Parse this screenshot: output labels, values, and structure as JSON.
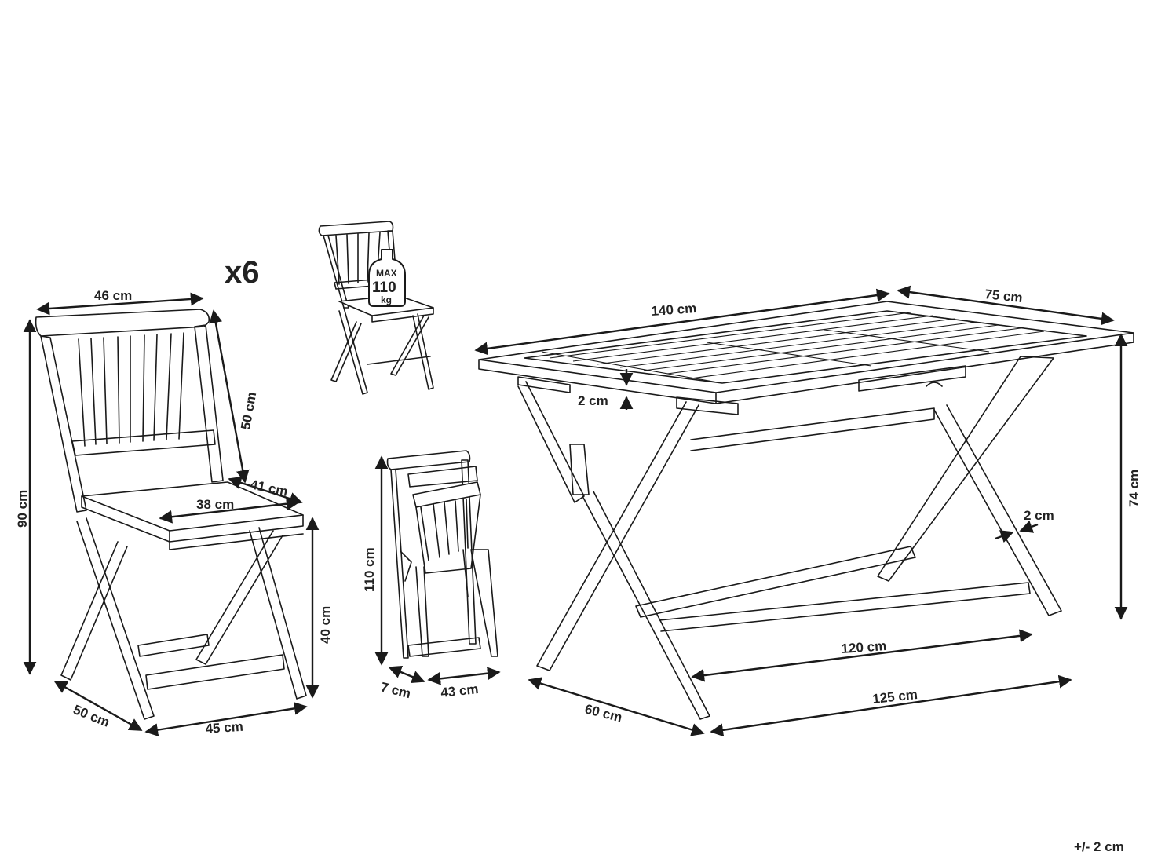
{
  "quantity": "x6",
  "max_load": {
    "label": "MAX",
    "value": "110",
    "unit": "kg"
  },
  "chair": {
    "width_top": "46 cm",
    "height_total": "90 cm",
    "backrest_height": "50 cm",
    "seat_depth": "41 cm",
    "seat_width": "38 cm",
    "seat_height": "40 cm",
    "depth_base": "50 cm",
    "width_base": "45 cm"
  },
  "folded_chair": {
    "height": "110 cm",
    "depth": "7 cm",
    "width": "43 cm"
  },
  "table": {
    "length": "140 cm",
    "width": "75 cm",
    "top_thickness": "2 cm",
    "height": "74 cm",
    "leg_thickness": "2 cm",
    "stretcher_length": "120 cm",
    "base_length": "125 cm",
    "base_width": "60 cm"
  },
  "tolerance": "+/- 2 cm"
}
